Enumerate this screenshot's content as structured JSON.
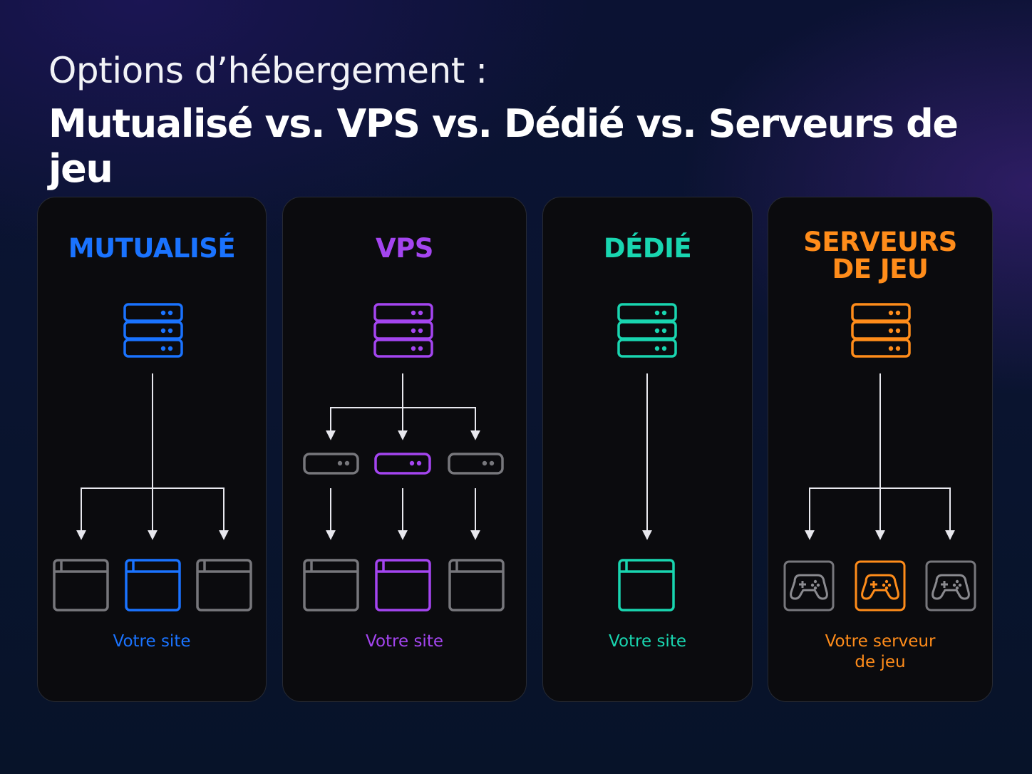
{
  "header": {
    "title_line1": "Options d’hébergement :",
    "title_line2": "Mutualisé vs. VPS vs. Dédié vs. Serveurs de jeu"
  },
  "colors": {
    "shared": "#1a73ff",
    "vps": "#a445f0",
    "dedicated": "#19d6b0",
    "game": "#ff8c1a",
    "neutral": "#8a8a8f"
  },
  "cards": [
    {
      "key": "shared",
      "title": "MUTUALISÉ",
      "caption": "Votre site",
      "icons": [
        "server-icon",
        "browser-window-icon"
      ]
    },
    {
      "key": "vps",
      "title": "VPS",
      "caption": "Votre site",
      "icons": [
        "server-icon",
        "virtual-server-icon",
        "browser-window-icon"
      ]
    },
    {
      "key": "dedicated",
      "title": "DÉDIÉ",
      "caption": "Votre site",
      "icons": [
        "server-icon",
        "browser-window-icon"
      ]
    },
    {
      "key": "game",
      "title_lines": [
        "SERVEURS",
        "DE JEU"
      ],
      "caption_lines": [
        "Votre serveur",
        "de jeu"
      ],
      "icons": [
        "server-icon",
        "gamepad-icon"
      ]
    }
  ]
}
